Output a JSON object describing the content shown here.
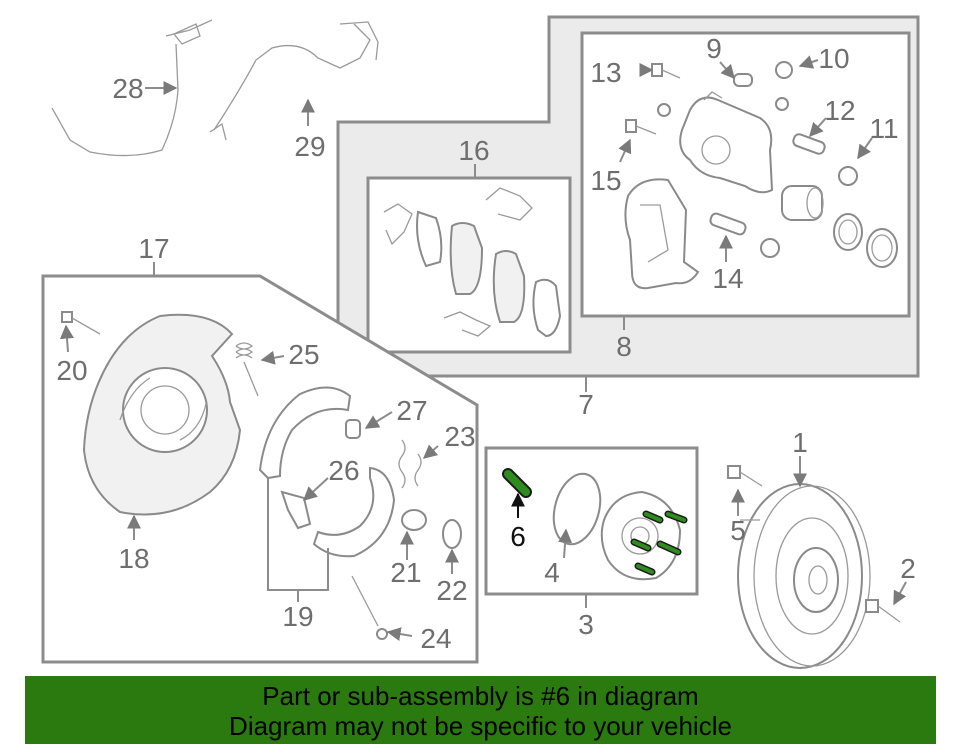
{
  "callouts": {
    "c1": "1",
    "c2": "2",
    "c3": "3",
    "c4": "4",
    "c5": "5",
    "c6": "6",
    "c7": "7",
    "c8": "8",
    "c9": "9",
    "c10": "10",
    "c11": "11",
    "c12": "12",
    "c13": "13",
    "c14": "14",
    "c15": "15",
    "c16": "16",
    "c17": "17",
    "c18": "18",
    "c19": "19",
    "c20": "20",
    "c21": "21",
    "c22": "22",
    "c23": "23",
    "c24": "24",
    "c25": "25",
    "c26": "26",
    "c27": "27",
    "c28": "28",
    "c29": "29"
  },
  "highlight": {
    "part_number": "6",
    "color": "#2e8b1e"
  },
  "banner": {
    "line1": "Part or sub-assembly is #6 in diagram",
    "line2": "Diagram may not be specific to your vehicle",
    "background": "#2a7a10"
  }
}
